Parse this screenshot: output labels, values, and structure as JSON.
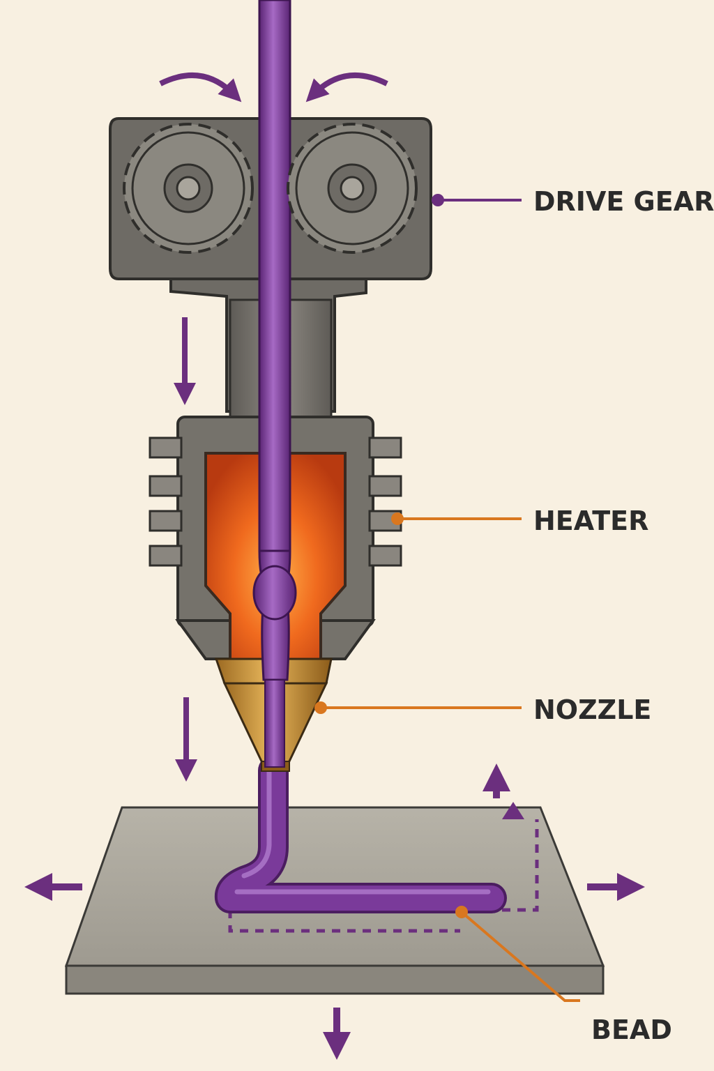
{
  "labels": {
    "drive_gears": "DRIVE GEARS",
    "heater": "HEATER",
    "nozzle": "NOZZLE",
    "bead": "BEAD"
  },
  "colors": {
    "background": "#f8f0e1",
    "filament": "#7a3a9a",
    "filament_highlight": "#a66ac4",
    "metal": "#6f6c66",
    "metal_light": "#8d8a83",
    "heater_glow": "#e65a1c",
    "brass": "#c8923a",
    "leader_purple": "#6b2f7e",
    "leader_orange": "#d9771f",
    "bed": "#a8a49a",
    "text": "#2b2b2b"
  }
}
